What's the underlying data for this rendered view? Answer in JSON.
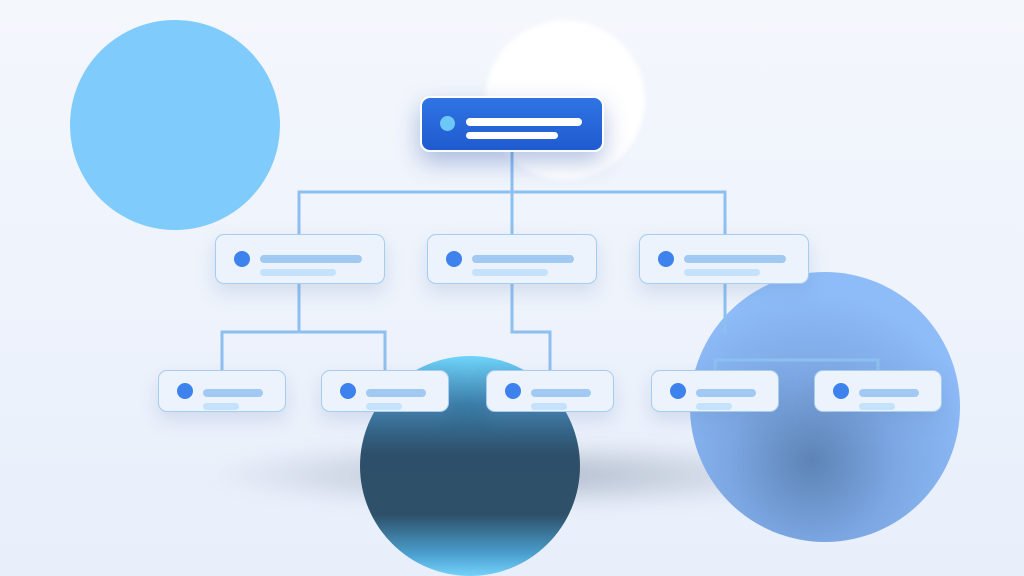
{
  "diagram": {
    "type": "org-chart",
    "colors": {
      "background": "#eef3fb",
      "connector": "#8dbff0",
      "root_fill": "#2566d9",
      "node_fill": "#edf3fd",
      "node_border": "#a6ccef",
      "dot": "#3e82ee",
      "root_dot": "#6ec8f7",
      "bar_primary": "#a2c9f2",
      "bar_secondary": "#c4e2fb",
      "circle_sky": "#7ecbfc",
      "circle_navy": "#2e4f69",
      "circle_blue": "#8ebcf8"
    },
    "levels": [
      {
        "level": 0,
        "nodes": [
          "root"
        ]
      },
      {
        "level": 1,
        "nodes": [
          "left",
          "center",
          "right"
        ]
      },
      {
        "level": 2,
        "nodes": [
          "left-a",
          "left-b",
          "center-a",
          "right-a",
          "right-b"
        ]
      }
    ],
    "edges": [
      [
        "root",
        "left"
      ],
      [
        "root",
        "center"
      ],
      [
        "root",
        "right"
      ],
      [
        "left",
        "left-a"
      ],
      [
        "left",
        "left-b"
      ],
      [
        "center",
        "center-a"
      ],
      [
        "right",
        "right-a"
      ],
      [
        "right",
        "right-b"
      ]
    ],
    "icons": [
      "node-dot-icon",
      "text-placeholder-bar"
    ]
  }
}
